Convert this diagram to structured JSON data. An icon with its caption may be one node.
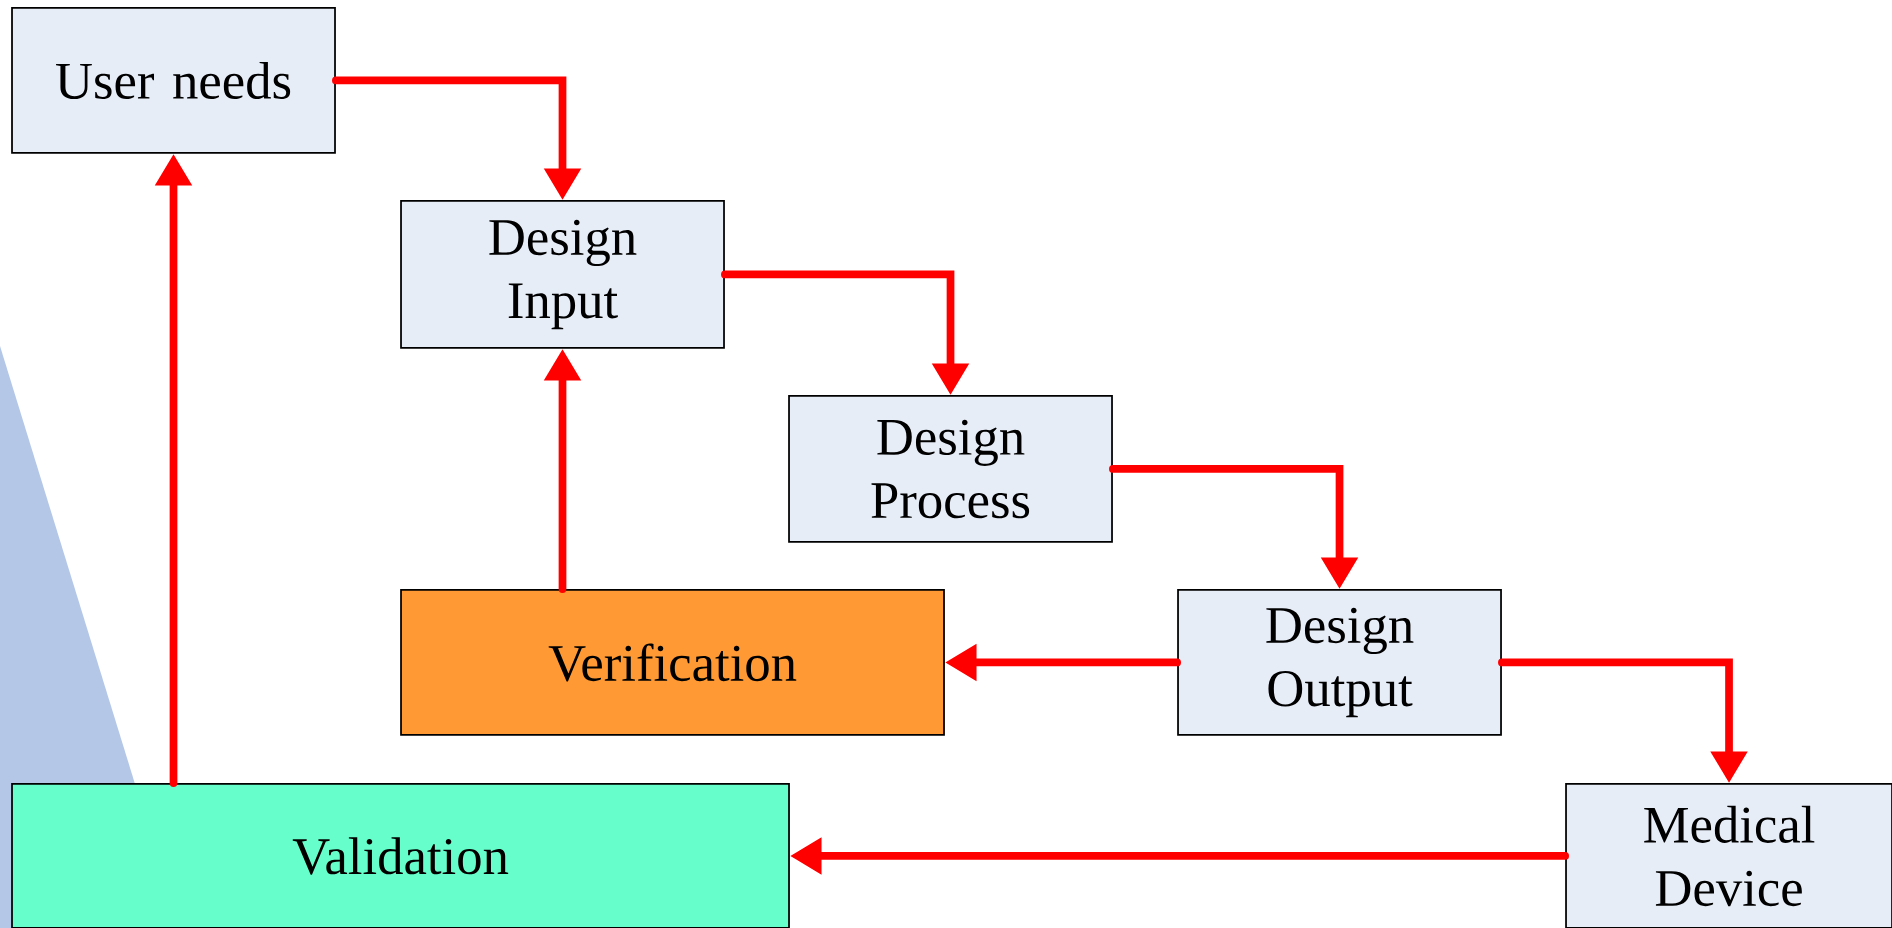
{
  "diagram": {
    "nodes": [
      {
        "text": [
          "User needs"
        ]
      },
      {
        "text": [
          "Design Input"
        ]
      },
      {
        "text": [
          "Design Process"
        ]
      },
      {
        "text": [
          "Verification"
        ]
      },
      {
        "text": [
          "Design Output"
        ]
      },
      {
        "text": [
          "Validation"
        ]
      },
      {
        "text": [
          "Medical Device"
        ]
      }
    ],
    "edges": [
      {
        "from": 0,
        "to": 1,
        "arrow": "to"
      },
      {
        "from": 1,
        "to": 2,
        "arrow": "to"
      },
      {
        "from": 2,
        "to": 4,
        "arrow": "to"
      },
      {
        "from": 4,
        "to": 3,
        "arrow": "to"
      },
      {
        "from": 3,
        "to": 1,
        "arrow": "to"
      },
      {
        "from": 4,
        "to": 6,
        "arrow": "to"
      },
      {
        "from": 6,
        "to": 5,
        "arrow": "to"
      },
      {
        "from": 5,
        "to": 0,
        "arrow": "to"
      }
    ]
  }
}
